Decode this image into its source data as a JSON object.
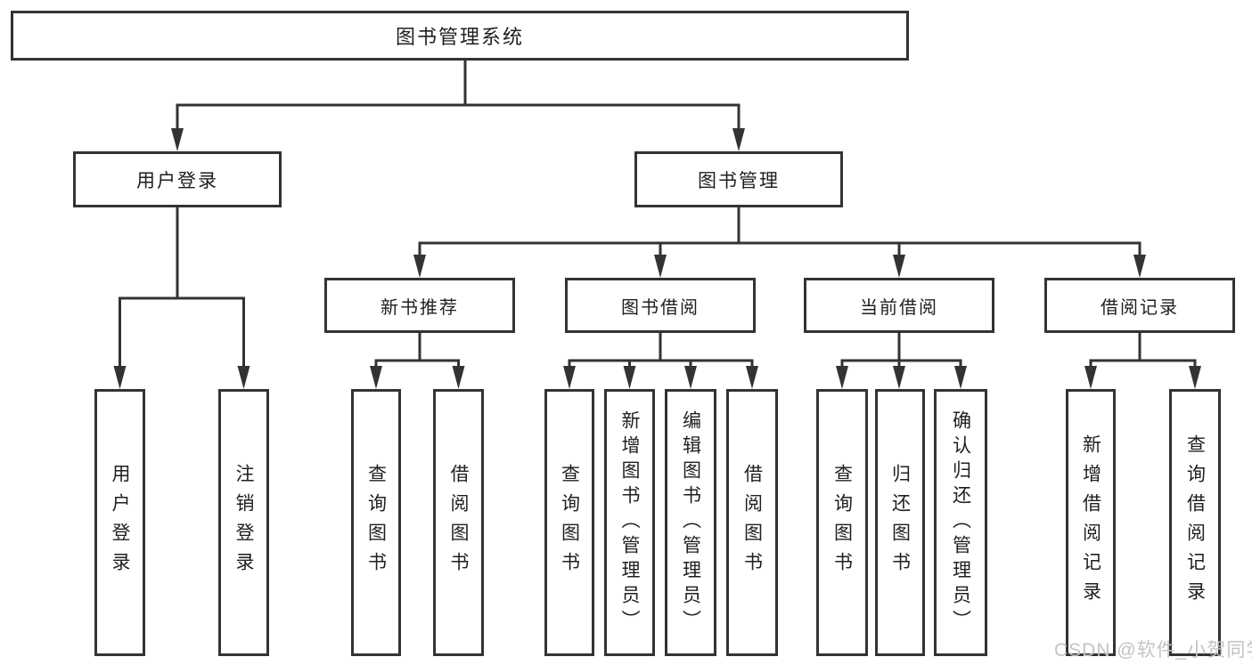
{
  "diagram": {
    "title": "图书管理系统",
    "watermark": "CSDN @软件_小贺同学",
    "colors": {
      "line": "#333333",
      "text": "#1f1f1f",
      "watermark": "#c3c3c3",
      "background": "#ffffff"
    },
    "tree": {
      "label": "图书管理系统",
      "children": [
        {
          "label": "用户登录",
          "children": [
            {
              "label": "用户登录"
            },
            {
              "label": "注销登录"
            }
          ]
        },
        {
          "label": "图书管理",
          "children": [
            {
              "label": "新书推荐",
              "children": [
                {
                  "label": "查询图书"
                },
                {
                  "label": "借阅图书"
                }
              ]
            },
            {
              "label": "图书借阅",
              "children": [
                {
                  "label": "查询图书"
                },
                {
                  "label": "新增图书（管理员）"
                },
                {
                  "label": "编辑图书（管理员）"
                },
                {
                  "label": "借阅图书"
                }
              ]
            },
            {
              "label": "当前借阅",
              "children": [
                {
                  "label": "查询图书"
                },
                {
                  "label": "归还图书"
                },
                {
                  "label": "确认归还（管理员）"
                }
              ]
            },
            {
              "label": "借阅记录",
              "children": [
                {
                  "label": "新增借阅记录"
                },
                {
                  "label": "查询借阅记录"
                }
              ]
            }
          ]
        }
      ]
    }
  }
}
